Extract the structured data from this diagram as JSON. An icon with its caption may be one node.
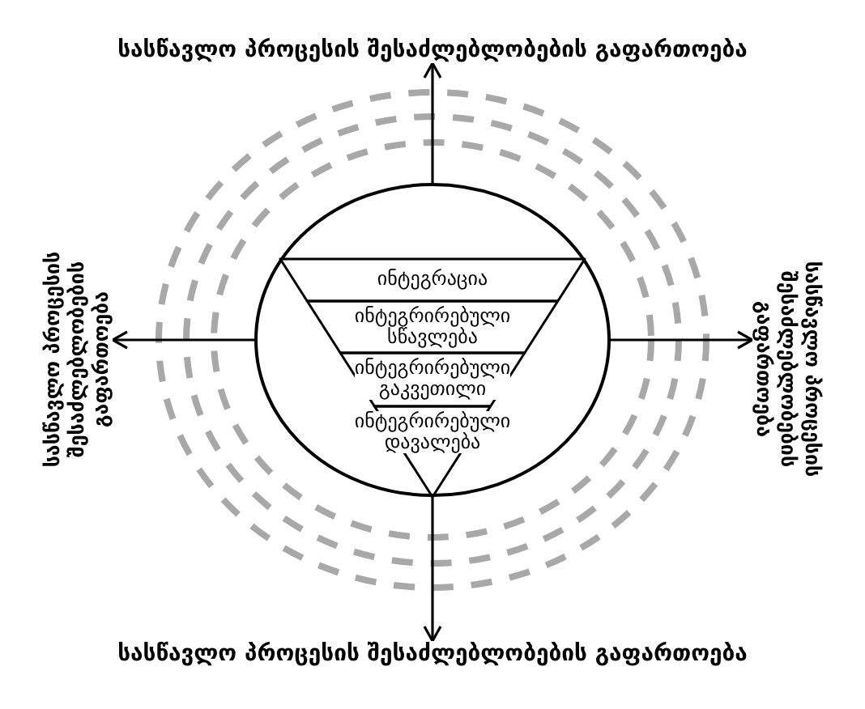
{
  "diagram": {
    "nodes": [
      {
        "text": [
          "სასწავლო პროცესის შესაძლებლობების გაფართოება"
        ]
      },
      {
        "text": [
          "სასწავლო პროცესის შესაძლებლობების გაფართოება"
        ]
      },
      {
        "text": [],
        "shape": "circle"
      },
      {
        "text": [
          "ინტეგრაცია"
        ],
        "in": 2
      },
      {
        "text": [
          "ინტეგრირებული სწავლება"
        ],
        "in": 2
      },
      {
        "text": [
          "ინტეგრირებული გაკვეთილი"
        ],
        "in": 2
      },
      {
        "text": [
          "ინტეგრირებული დავალება"
        ],
        "in": 2
      },
      {
        "text": [
          "სასწავლო პროცესის შესაძლებლობების გაფართოება"
        ]
      },
      {
        "text": [
          "სასწავლო პროცესის შესაძლებლობების გაფართოება"
        ]
      }
    ],
    "edges": [
      {
        "from": 2,
        "to": 0,
        "arrow": "to"
      },
      {
        "from": 2,
        "to": 7,
        "arrow": "to"
      },
      {
        "from": 2,
        "to": 8,
        "arrow": "to"
      },
      {
        "from": 2,
        "to": 1,
        "arrow": "to"
      }
    ]
  }
}
